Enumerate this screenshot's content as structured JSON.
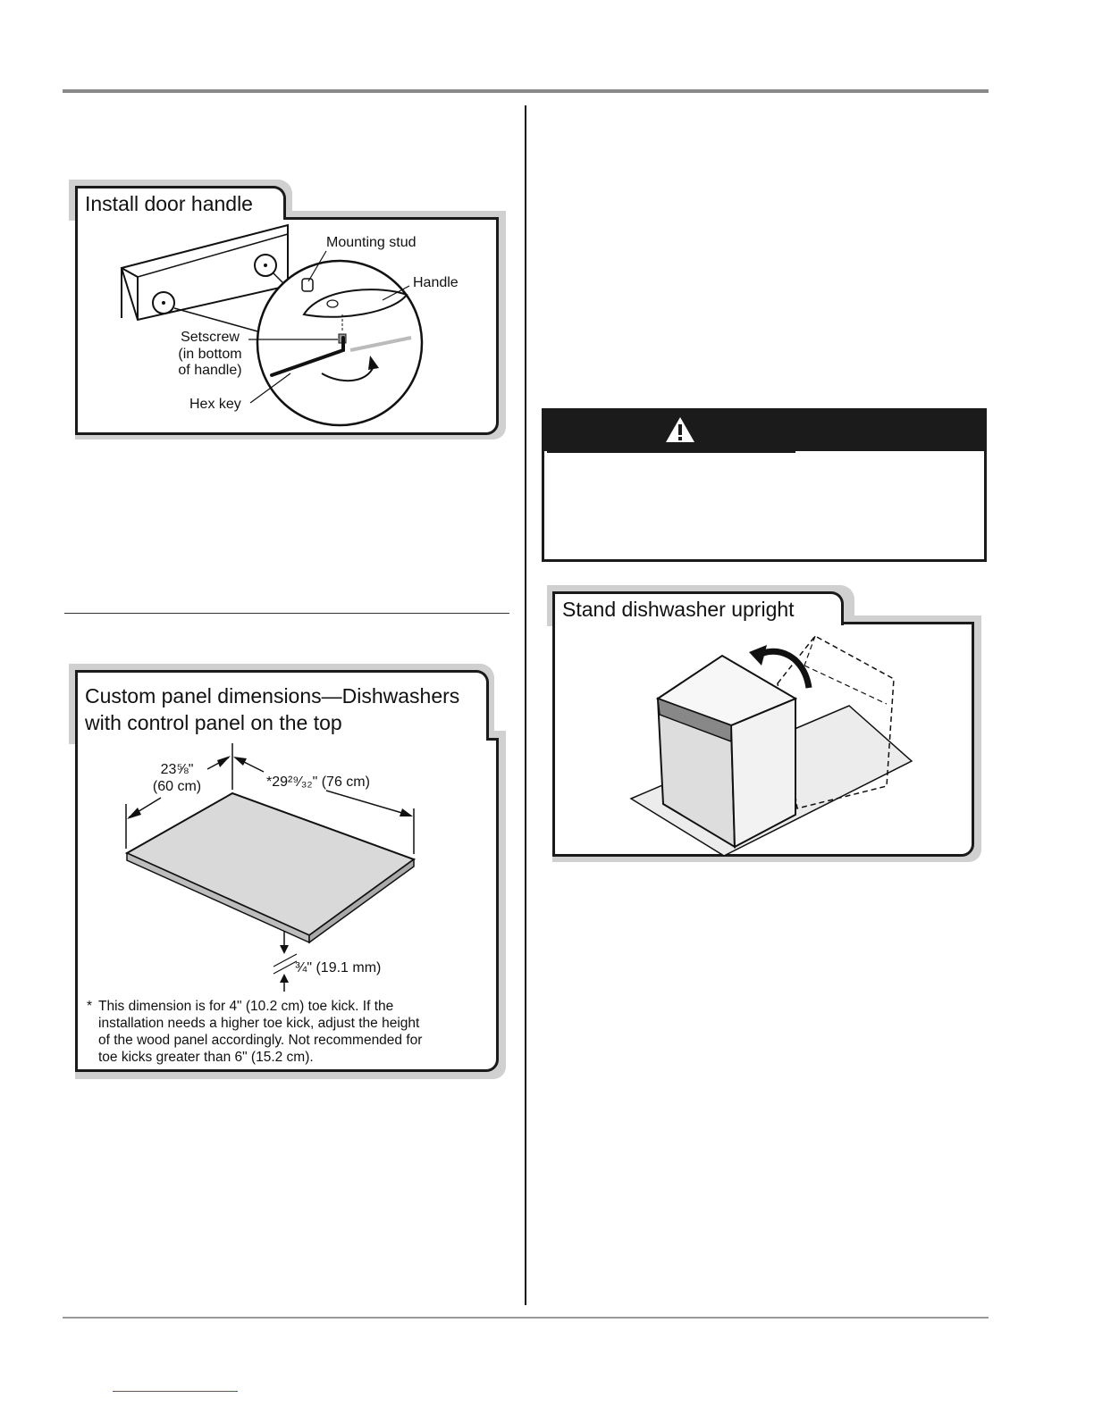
{
  "figures": {
    "door_handle": {
      "title": "Install door handle",
      "labels": {
        "mounting_stud": "Mounting stud",
        "handle": "Handle",
        "setscrew": "Setscrew",
        "setscrew_note_1": "(in bottom",
        "setscrew_note_2": "of handle)",
        "hex_key": "Hex key"
      }
    },
    "custom_panel": {
      "title_line_1": "Custom panel dimensions—Dishwashers",
      "title_line_2": "with control panel on the top",
      "labels": {
        "depth_in": "23⅝\"",
        "depth_cm": "(60 cm)",
        "width": "*29²⁹⁄₃₂\" (76 cm)",
        "thickness": "¾\" (19.1 mm)"
      },
      "footnote_marker": "*",
      "footnote_lines": [
        "This dimension is for 4\"  (10.2 cm) toe kick. If the",
        "installation needs a higher toe kick, adjust the height",
        "of the wood panel accordingly. Not recommended for",
        "toe kicks greater than 6\"  (15.2 cm)."
      ]
    },
    "upright": {
      "title": "Stand dishwasher upright"
    }
  },
  "warning": {
    "icon": "warning-triangle-icon"
  }
}
